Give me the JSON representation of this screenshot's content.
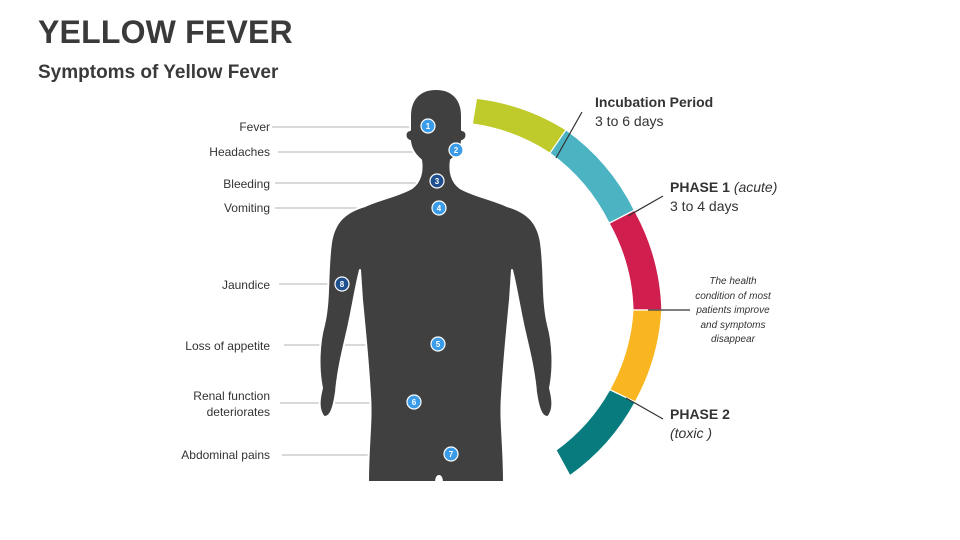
{
  "header": {
    "title": "YELLOW FEVER",
    "subtitle": "Symptoms of Yellow Fever"
  },
  "symptoms": [
    {
      "num": "1",
      "label": "Fever"
    },
    {
      "num": "2",
      "label": "Headaches"
    },
    {
      "num": "3",
      "label": "Bleeding"
    },
    {
      "num": "4",
      "label": "Vomiting"
    },
    {
      "num": "8",
      "label": "Jaundice"
    },
    {
      "num": "5",
      "label": "Loss of appetite"
    },
    {
      "num": "6",
      "label_line1": "Renal function",
      "label_line2": "deteriorates"
    },
    {
      "num": "7",
      "label": "Abdominal pains"
    }
  ],
  "phases": {
    "incubation": {
      "title": "Incubation Period",
      "detail": "3 to 6 days"
    },
    "phase1": {
      "title": "PHASE 1",
      "qualifier": "(acute)",
      "detail": "3 to 4 days"
    },
    "remission_note": [
      "The health",
      "condition of most",
      "patients improve",
      "and symptoms",
      "disappear"
    ],
    "phase2": {
      "title": "PHASE 2",
      "qualifier": "(toxic )"
    }
  },
  "colors": {
    "arc_incubation": "#BFCB2A",
    "arc_phase1_a": "#4BB3C2",
    "arc_phase1_b": "#D01E4E",
    "arc_remission": "#F9B620",
    "arc_phase2": "#077B7E",
    "body": "#404040",
    "marker_dark": "#1E4F8F",
    "marker_light": "#3A9BE8"
  }
}
